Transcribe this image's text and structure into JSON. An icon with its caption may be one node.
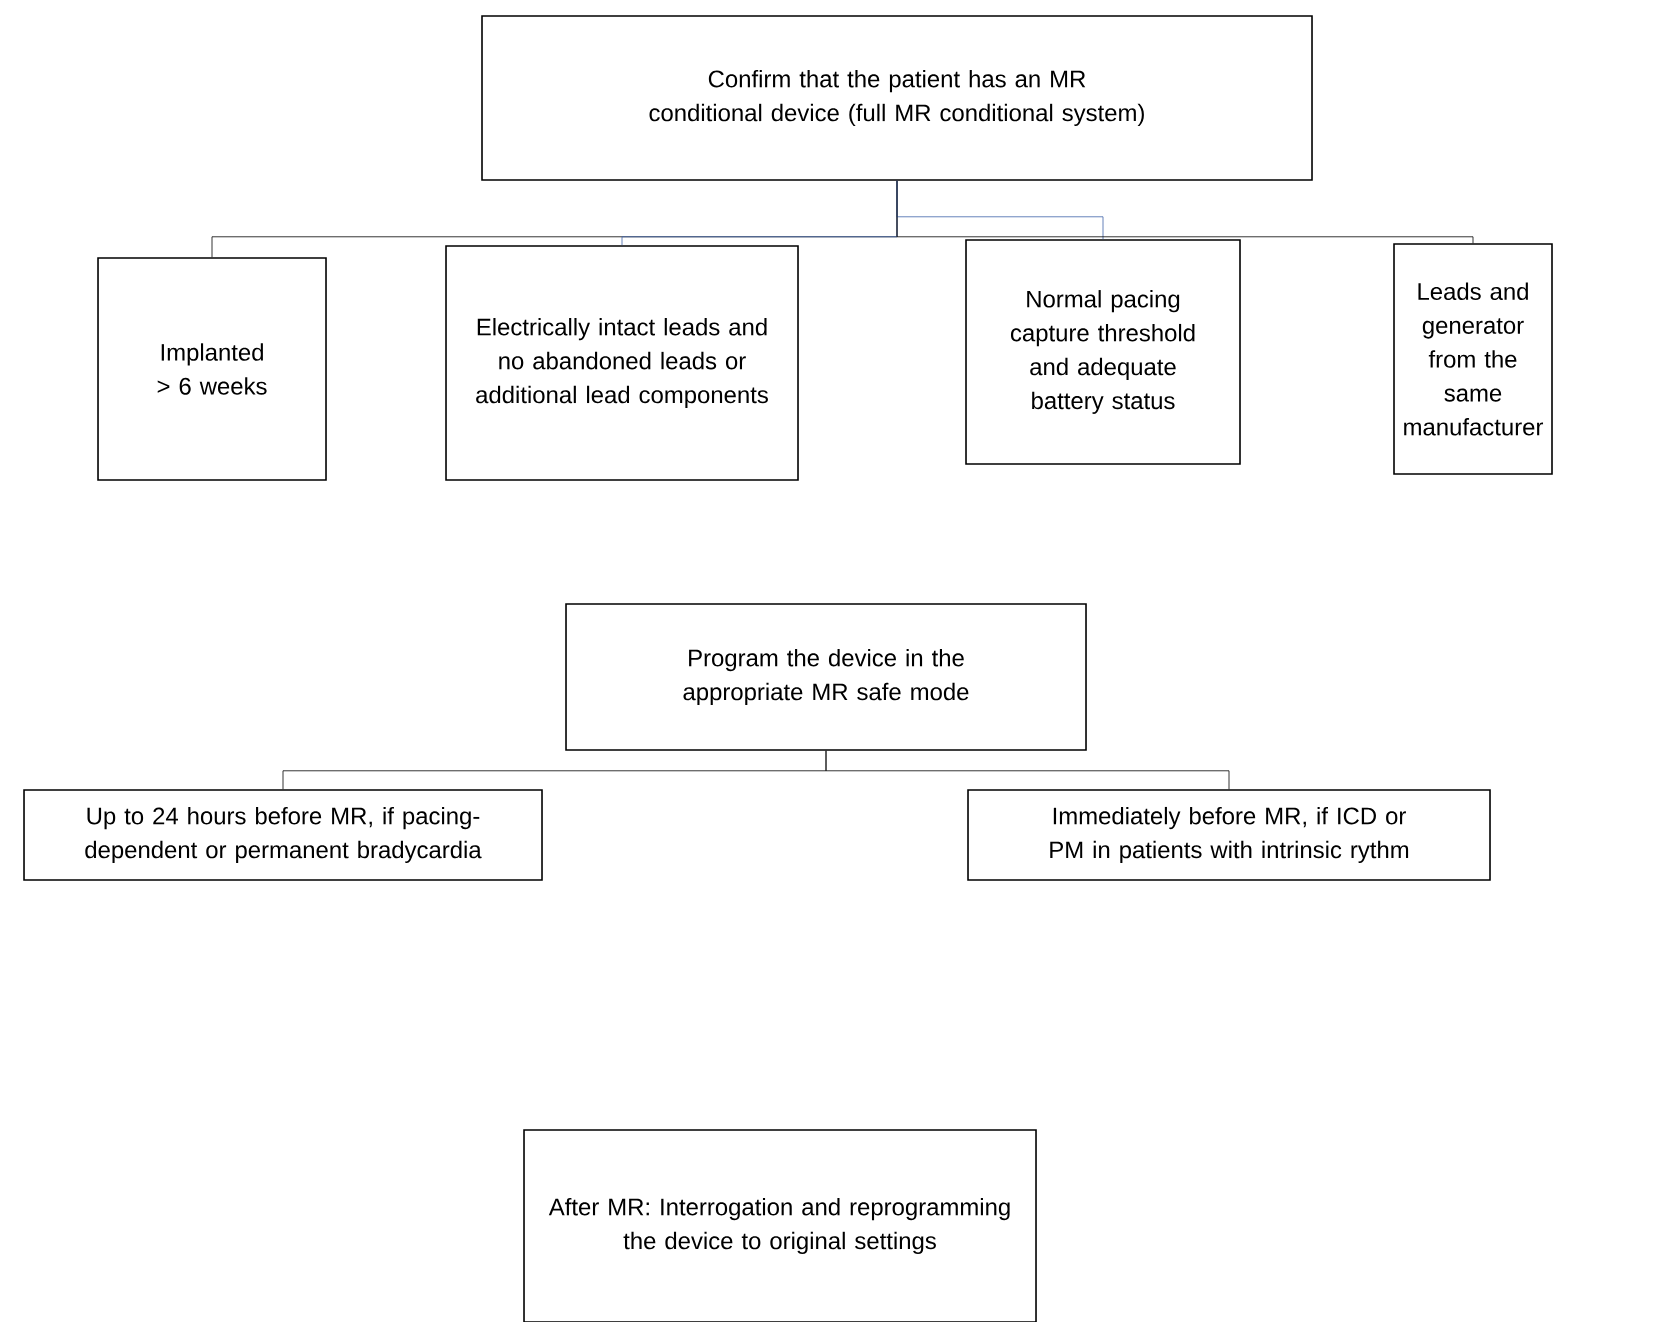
{
  "diagram": {
    "nodes": [
      {
        "text": [
          "Confirm that the patient has an MR conditional device (full MR conditional system)"
        ]
      },
      {
        "text": [
          "Implanted > 6 weeks"
        ]
      },
      {
        "text": [
          "Electrically intact leads and no abandoned leads or additional lead components"
        ]
      },
      {
        "text": [
          "Normal pacing capture threshold and adequate battery status"
        ]
      },
      {
        "text": [
          "Leads and generator from the same manufacturer"
        ]
      },
      {
        "text": [
          "Program the device in the appropriate MR safe mode"
        ]
      },
      {
        "text": [
          "Up to 24 hours before MR, if pacing-dependent or permanent bradycardia"
        ]
      },
      {
        "text": [
          "Immediately before MR, if ICD or PM in patients with intrinsic rythm"
        ]
      },
      {
        "text": [
          "After MR: Interrogation  and reprogramming the device  to original settings"
        ]
      }
    ],
    "edges": [
      {
        "from": 0,
        "to": 1,
        "arrow": "none"
      },
      {
        "from": 0,
        "to": 2,
        "arrow": "none",
        "color": "#3f63a8"
      },
      {
        "from": 0,
        "to": 3,
        "arrow": "none",
        "color": "#3f63a8"
      },
      {
        "from": 0,
        "to": 4,
        "arrow": "none"
      },
      {
        "from": 5,
        "to": 6,
        "arrow": "none"
      },
      {
        "from": 5,
        "to": 7,
        "arrow": "none"
      }
    ]
  }
}
